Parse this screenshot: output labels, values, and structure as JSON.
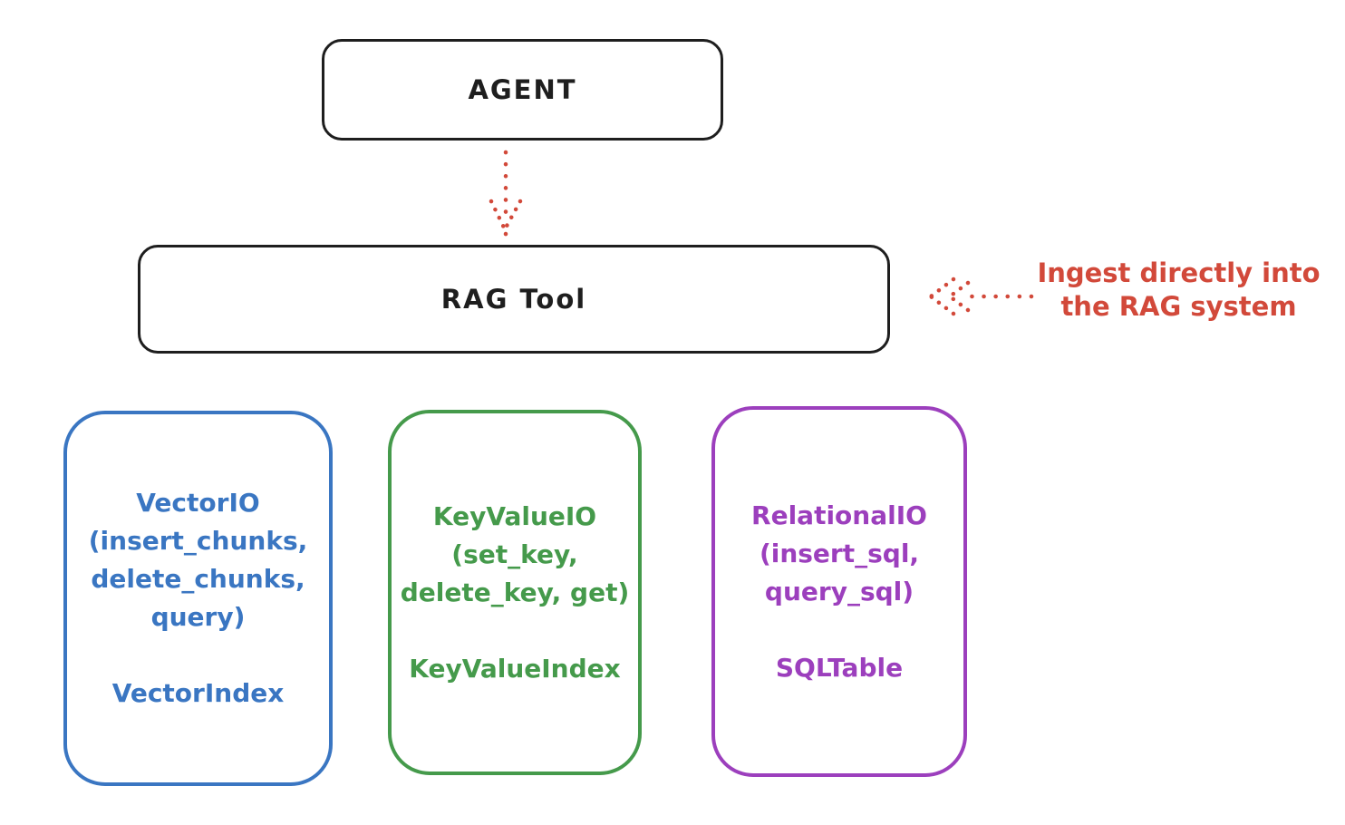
{
  "diagram": {
    "colors": {
      "ink": "#1e1e1e",
      "red": "#d2493a",
      "blue": "#3a76c2",
      "green": "#459a4b",
      "purple": "#9c3fbd"
    },
    "agent_node": {
      "label": "AGENT"
    },
    "rag_tool_node": {
      "label": "RAG Tool"
    },
    "annotation": {
      "line1": "Ingest directly into",
      "line2": "the RAG system"
    },
    "arrows": [
      {
        "from": "agent_node",
        "to": "rag_tool_node",
        "style": "dotted",
        "color_key": "red"
      },
      {
        "from": "annotation",
        "to": "rag_tool_node",
        "style": "dotted",
        "color_key": "red"
      }
    ],
    "io_nodes": [
      {
        "id": "vector",
        "color": "#3a76c2",
        "lines": [
          "VectorIO",
          "(insert_chunks,",
          "delete_chunks,",
          "query)"
        ],
        "index_label": "VectorIndex"
      },
      {
        "id": "keyvalue",
        "color": "#459a4b",
        "lines": [
          "KeyValueIO",
          "(set_key,",
          "delete_key, get)"
        ],
        "index_label": "KeyValueIndex"
      },
      {
        "id": "relational",
        "color": "#9c3fbd",
        "lines": [
          "RelationalIO",
          "(insert_sql,",
          "query_sql)"
        ],
        "index_label": "SQLTable"
      }
    ]
  }
}
